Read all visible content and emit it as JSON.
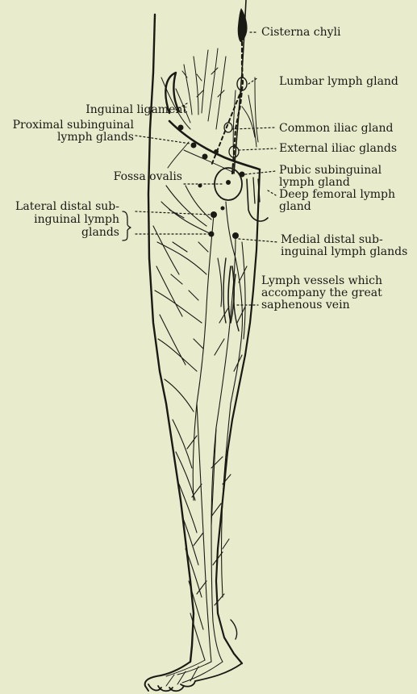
{
  "labels": {
    "cisterna": "Cisterna chyli",
    "lumbar": "Lumbar lymph gland",
    "inguinal_ligament": "Inguinal ligament",
    "proximal_1": "Proximal subinguinal",
    "proximal_2": "lymph glands",
    "common_iliac": "Common iliac gland",
    "external_iliac": "External iliac glands",
    "fossa_ovalis": "Fossa ovalis",
    "pubic_1": "Pubic subinguinal",
    "pubic_2": "lymph gland",
    "deep_femoral_1": "Deep femoral lymph",
    "deep_femoral_2": "gland",
    "lateral_1": "Lateral distal sub-",
    "lateral_2": "inguinal lymph",
    "lateral_3": "glands",
    "medial_1": "Medial distal sub-",
    "medial_2": "inguinal lymph glands",
    "vessels_1": "Lymph vessels which",
    "vessels_2": "accompany the great",
    "vessels_3": "saphenous vein"
  },
  "colors": {
    "background": "#e9ebcd",
    "ink": "#1a1a14"
  }
}
